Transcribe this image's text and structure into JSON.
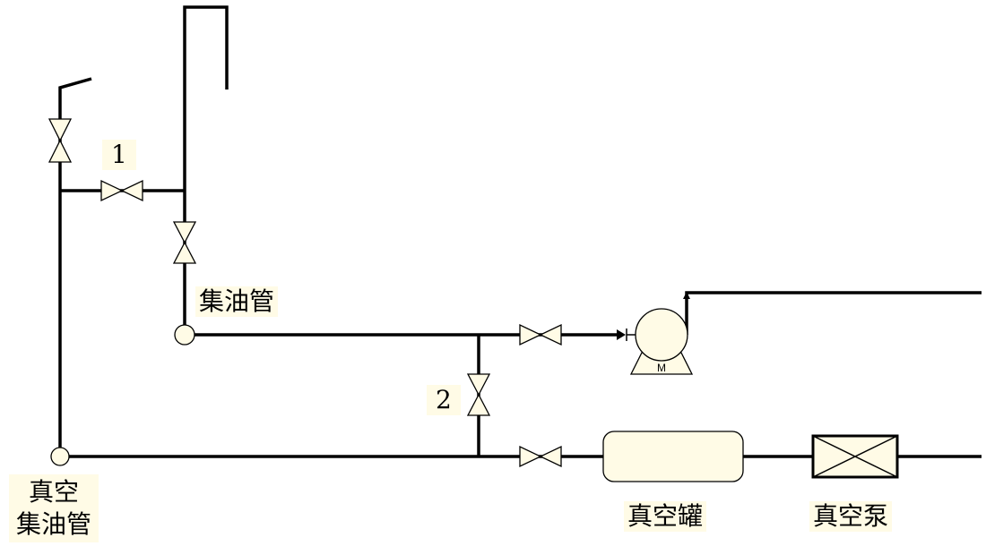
{
  "labels": {
    "valve_1": "1",
    "valve_2": "2",
    "collector_pipe": "集油管",
    "vacuum_collector_line1": "真空",
    "vacuum_collector_line2": "集油管",
    "vacuum_tank": "真空罐",
    "vacuum_pump": "真空泵",
    "motor": "M"
  },
  "colors": {
    "line": "#000000",
    "fill": "#fffbe6",
    "background": "#ffffff"
  }
}
